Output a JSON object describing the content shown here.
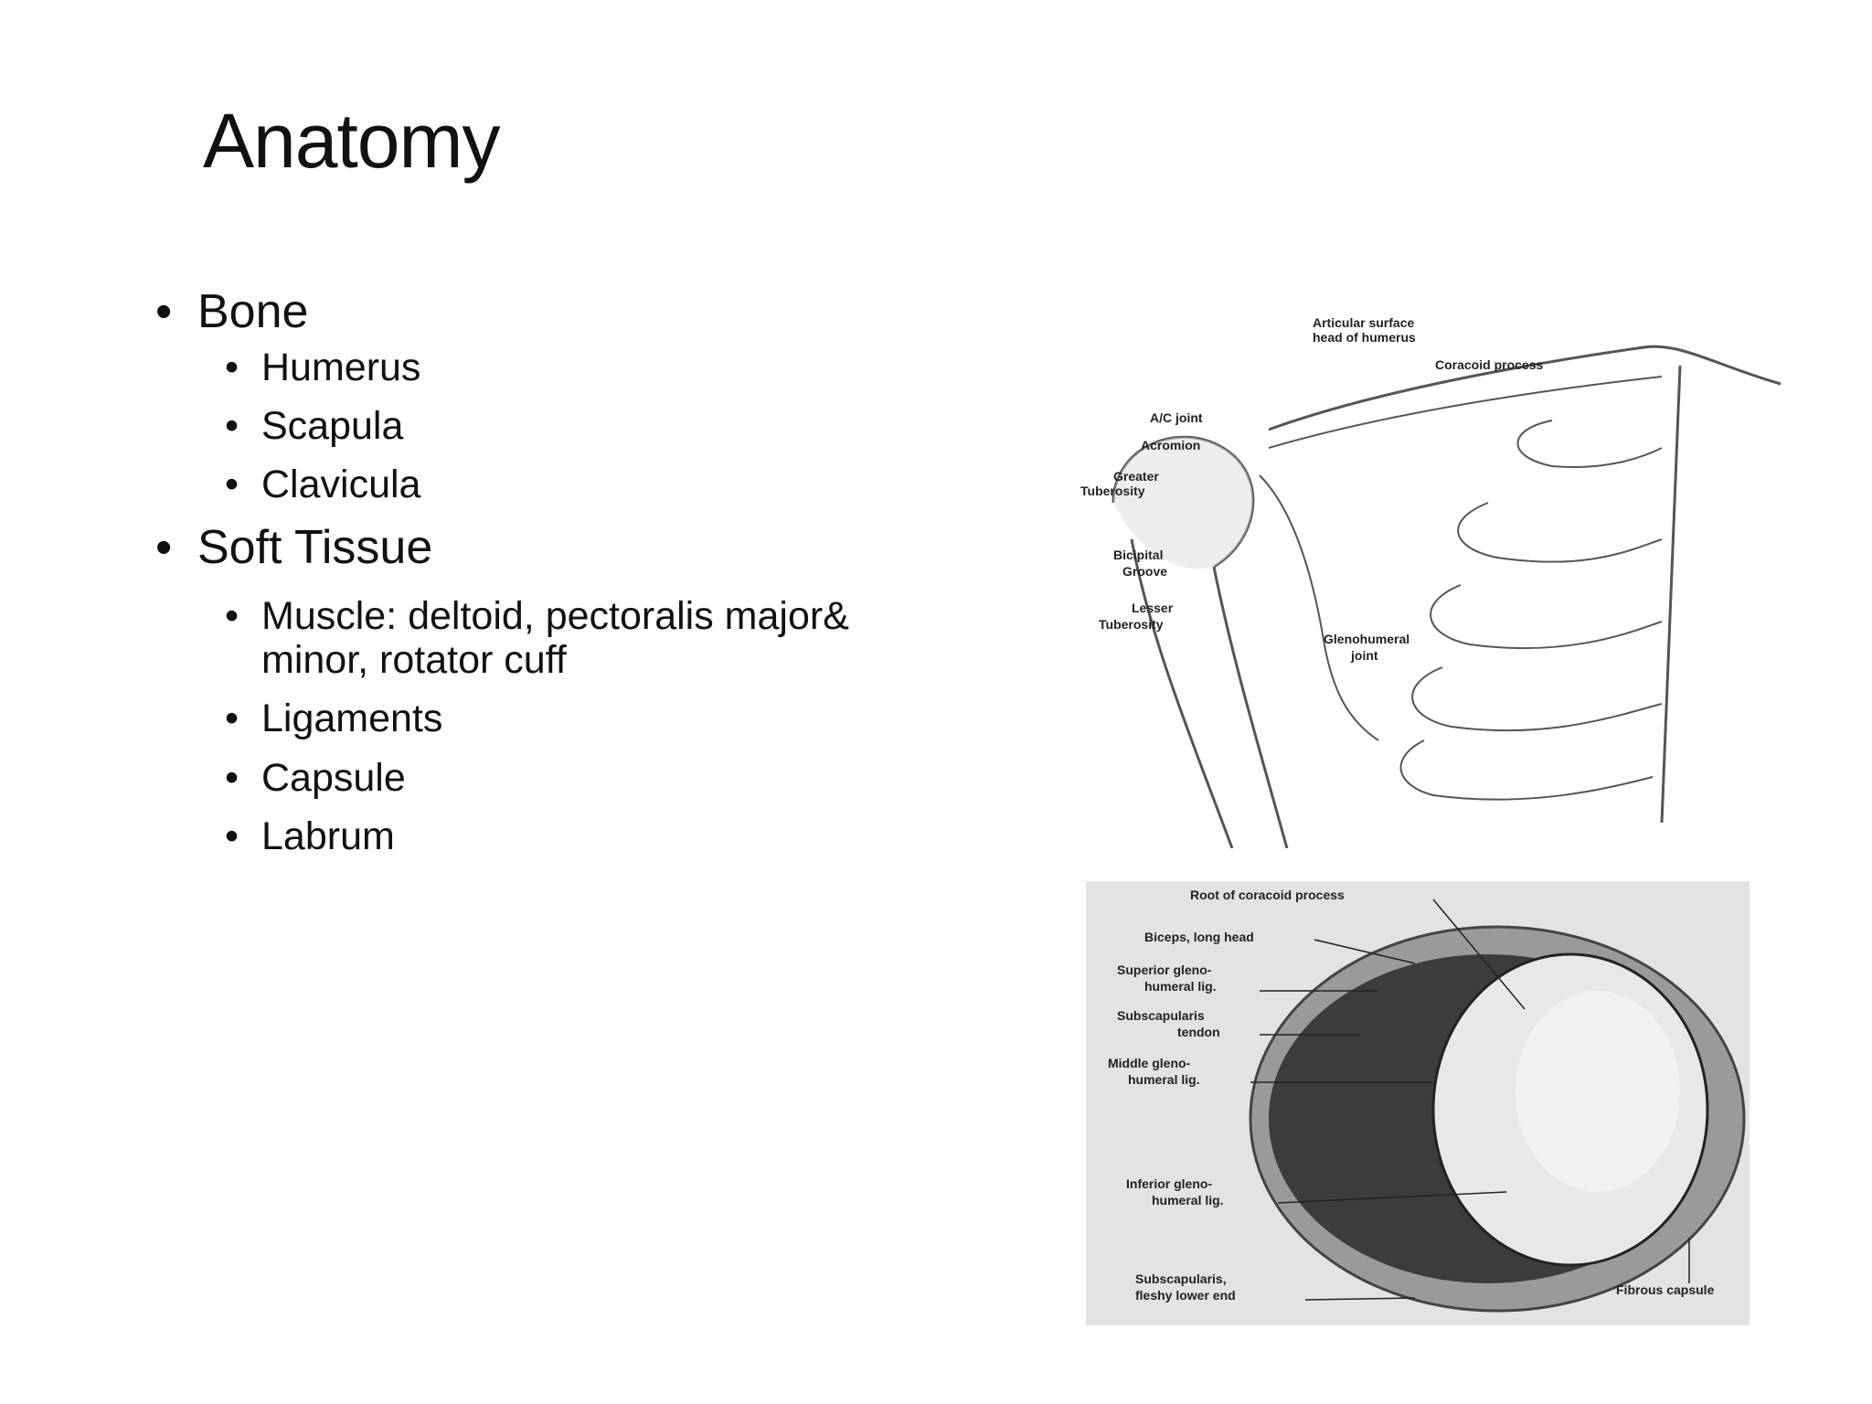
{
  "title": "Anatomy",
  "bullets": [
    {
      "label": "Bone",
      "children": [
        "Humerus",
        "Scapula",
        "Clavicula"
      ]
    },
    {
      "label": "Soft Tissue",
      "children": [
        "Muscle: deltoid, pectoralis major& minor, rotator cuff",
        "Ligaments",
        "Capsule",
        "Labrum"
      ]
    }
  ],
  "figure_top": {
    "labels": {
      "articular": "Articular surface",
      "articular2": "head of humerus",
      "coracoid": "Coracoid process",
      "ac_joint": "A/C joint",
      "acromion": "Acromion",
      "greater": "Greater",
      "greater2": "Tuberosity",
      "bicipital": "Bicipital",
      "bicipital2": "Groove",
      "lesser": "Lesser",
      "lesser2": "Tuberosity",
      "gleno": "Glenohumeral",
      "gleno2": "joint"
    }
  },
  "figure_bottom": {
    "labels": {
      "root": "Root of coracoid process",
      "biceps": "Biceps, long head",
      "superior": "Superior gleno-",
      "superior2": "humeral lig.",
      "subscap": "Subscapularis",
      "subscap2": "tendon",
      "middle": "Middle gleno-",
      "middle2": "humeral lig.",
      "inferior": "Inferior gleno-",
      "inferior2": "humeral lig.",
      "subscap_lower": "Subscapularis,",
      "subscap_lower2": "fleshy lower end",
      "fibrous": "Fibrous capsule"
    }
  }
}
